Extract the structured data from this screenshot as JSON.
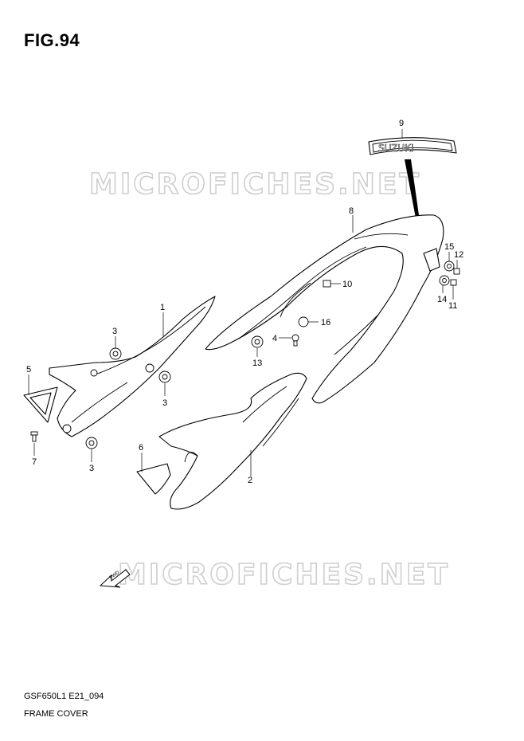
{
  "figure": {
    "title": "FIG.94",
    "model_code": "GSF650L1 E21_094",
    "section_name": "FRAME COVER"
  },
  "watermark": {
    "text": "MICROFICHES.NET",
    "fwd_label": "FWD"
  },
  "emblem": {
    "text": "SUZUKI"
  },
  "callouts": {
    "c1": "1",
    "c2": "2",
    "c3a": "3",
    "c3b": "3",
    "c3c": "3",
    "c4": "4",
    "c5": "5",
    "c6": "6",
    "c7": "7",
    "c8": "8",
    "c9": "9",
    "c10": "10",
    "c11": "11",
    "c12": "12",
    "c13": "13",
    "c14": "14",
    "c15": "15",
    "c16": "16"
  }
}
